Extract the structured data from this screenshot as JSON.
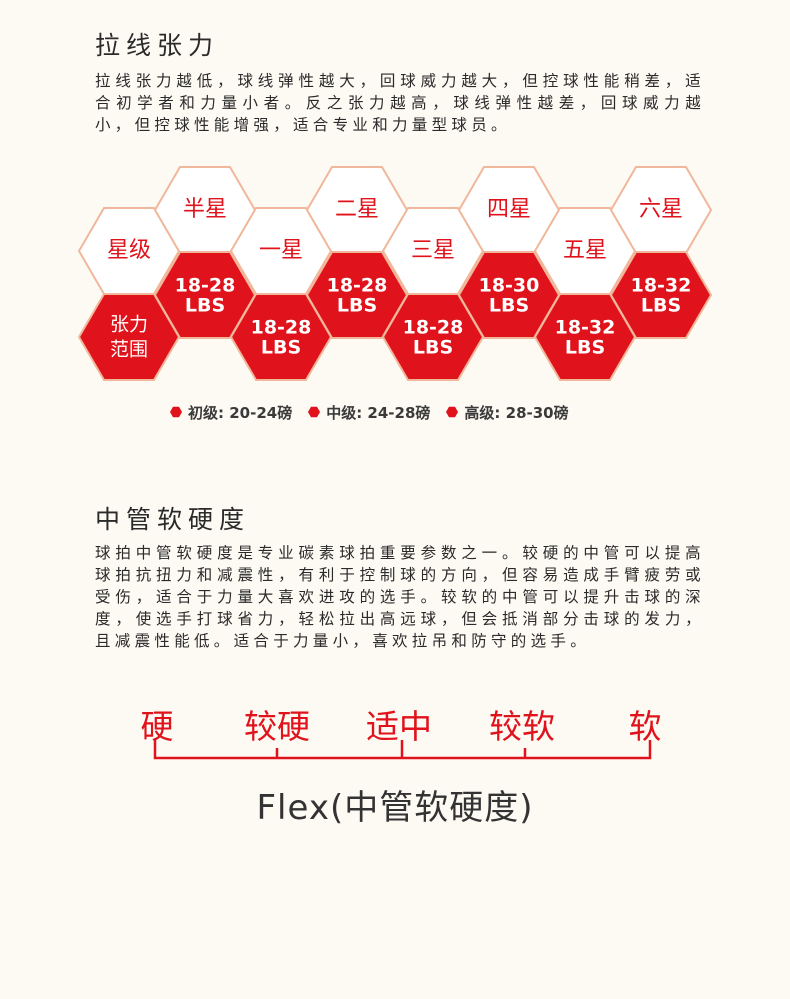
{
  "tension": {
    "title": "拉线张力",
    "description": "拉线张力越低，球线弹性越大，回球威力越大，但控球性能稍差，适合初学者和力量小者。反之张力越高，球线弹性越差，回球威力越小，但控球性能增强，适合专业和力量型球员。",
    "row_headers": {
      "stars": "星级",
      "range_line1": "张力",
      "range_line2": "范围"
    },
    "levels": [
      {
        "star": "半星",
        "range_top": "18-28",
        "range_unit": "LBS"
      },
      {
        "star": "一星",
        "range_top": "18-28",
        "range_unit": "LBS"
      },
      {
        "star": "二星",
        "range_top": "18-28",
        "range_unit": "LBS"
      },
      {
        "star": "三星",
        "range_top": "18-28",
        "range_unit": "LBS"
      },
      {
        "star": "四星",
        "range_top": "18-30",
        "range_unit": "LBS"
      },
      {
        "star": "五星",
        "range_top": "18-32",
        "range_unit": "LBS"
      },
      {
        "star": "六星",
        "range_top": "18-32",
        "range_unit": "LBS"
      }
    ],
    "legend": [
      {
        "label": "初级: 20-24磅"
      },
      {
        "label": "中级: 24-28磅"
      },
      {
        "label": "高级: 28-30磅"
      }
    ],
    "colors": {
      "red": "#e0121b",
      "border": "#f0b79b",
      "white": "#ffffff"
    }
  },
  "flex": {
    "title": "中管软硬度",
    "description": "球拍中管软硬度是专业碳素球拍重要参数之一。较硬的中管可以提高球拍抗扭力和减震性，有利于控制球的方向，但容易造成手臂疲劳或受伤，适合于力量大喜欢进攻的选手。较软的中管可以提升击球的深度，使选手打球省力，轻松拉出高远球，但会抵消部分击球的发力，且减震性能低。适合于力量小，喜欢拉吊和防守的选手。",
    "scale": [
      "硬",
      "较硬",
      "适中",
      "较软",
      "软"
    ],
    "caption": "Flex(中管软硬度)"
  }
}
